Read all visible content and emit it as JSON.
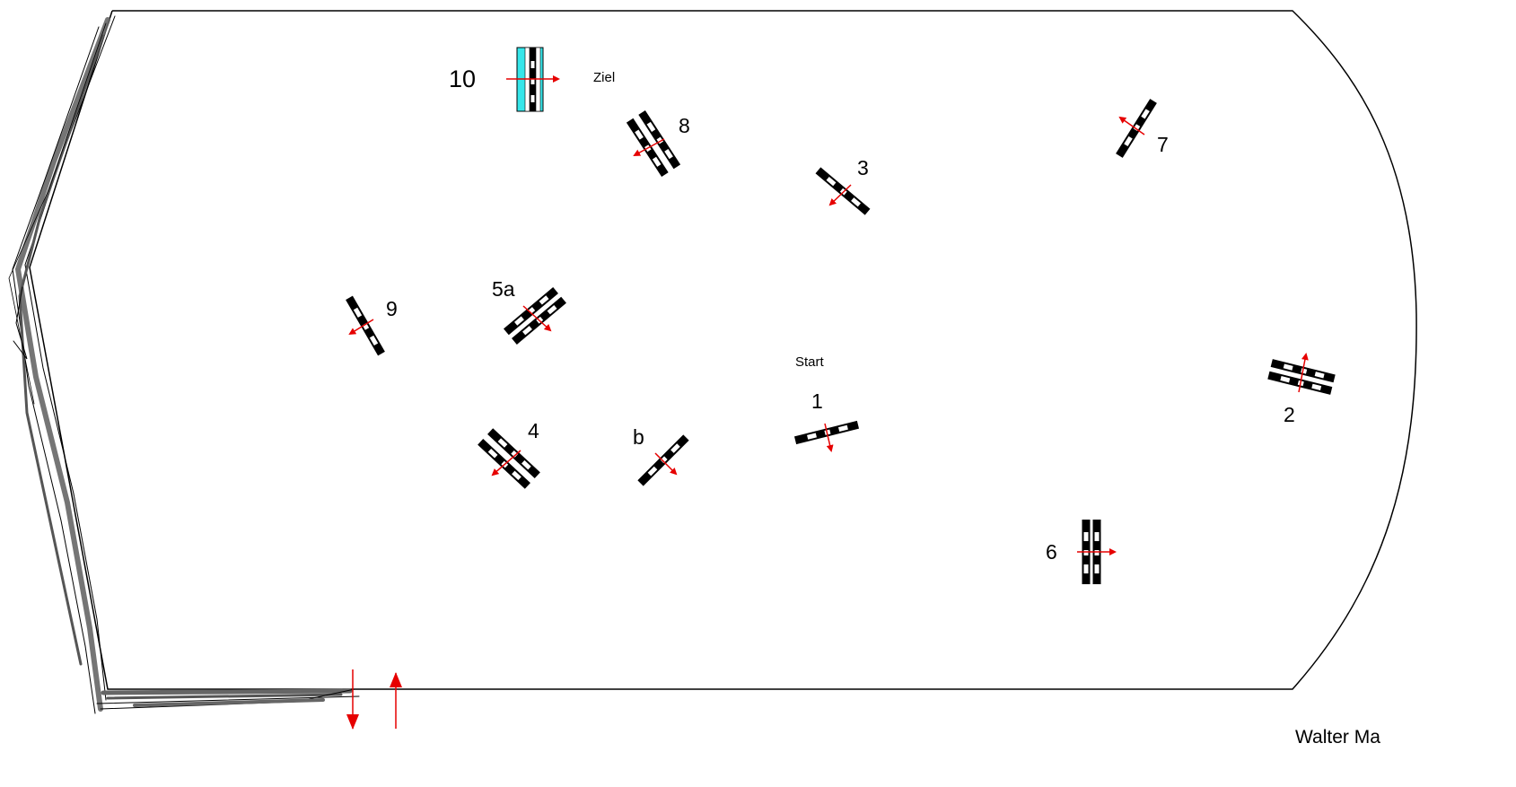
{
  "course": {
    "labels": {
      "ziel": "Ziel",
      "start": "Start",
      "footer": "Walter Ma"
    },
    "obstacles": [
      {
        "id": "1",
        "label": "1"
      },
      {
        "id": "2",
        "label": "2"
      },
      {
        "id": "3",
        "label": "3"
      },
      {
        "id": "4",
        "label": "4"
      },
      {
        "id": "5a",
        "label": "5a"
      },
      {
        "id": "b",
        "label": "b"
      },
      {
        "id": "6",
        "label": "6"
      },
      {
        "id": "7",
        "label": "7"
      },
      {
        "id": "8",
        "label": "8"
      },
      {
        "id": "9",
        "label": "9"
      },
      {
        "id": "10",
        "label": "10"
      }
    ],
    "colors": {
      "pole": "#000000",
      "pole_stripe": "#ffffff",
      "direction_arrow": "#e60000",
      "ziel_fill": "#35e6ea",
      "fence": "#000000",
      "hedge": "#666666"
    }
  }
}
